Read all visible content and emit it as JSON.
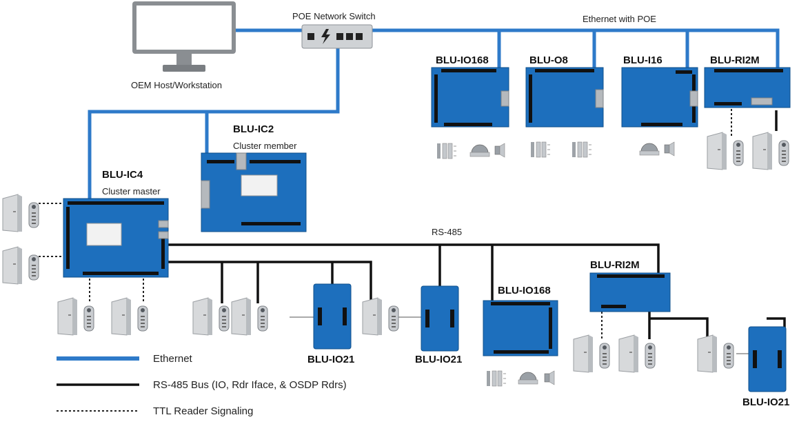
{
  "labels": {
    "workstation": "OEM Host/Workstation",
    "switch": "POE Network Switch",
    "ethernet_poe": "Ethernet with POE",
    "rs485": "RS-485",
    "ic2_name": "BLU-IC2",
    "ic2_role": "Cluster member",
    "ic4_name": "BLU-IC4",
    "ic4_role": "Cluster master",
    "top_io168": "BLU-IO168",
    "top_o8": "BLU-O8",
    "top_i16": "BLU-I16",
    "top_ri2m": "BLU-RI2M",
    "io21_a": "BLU-IO21",
    "io21_b": "BLU-IO21",
    "io21_c": "BLU-IO21",
    "bus_io168": "BLU-IO168",
    "bus_ri2m": "BLU-RI2M"
  },
  "legend": {
    "ethernet": "Ethernet",
    "rs485_bus": "RS-485 Bus (IO, Rdr Iface, & OSDP Rdrs)",
    "ttl": "TTL Reader Signaling"
  },
  "colors": {
    "ethernet": "#2e7ac9",
    "rs485": "#111111",
    "board": "#1d6fbd"
  },
  "icons": [
    "monitor-icon",
    "network-switch-icon",
    "door-icon",
    "card-reader-icon",
    "keypad-reader-icon",
    "dome-light-icon",
    "speaker-icon"
  ]
}
